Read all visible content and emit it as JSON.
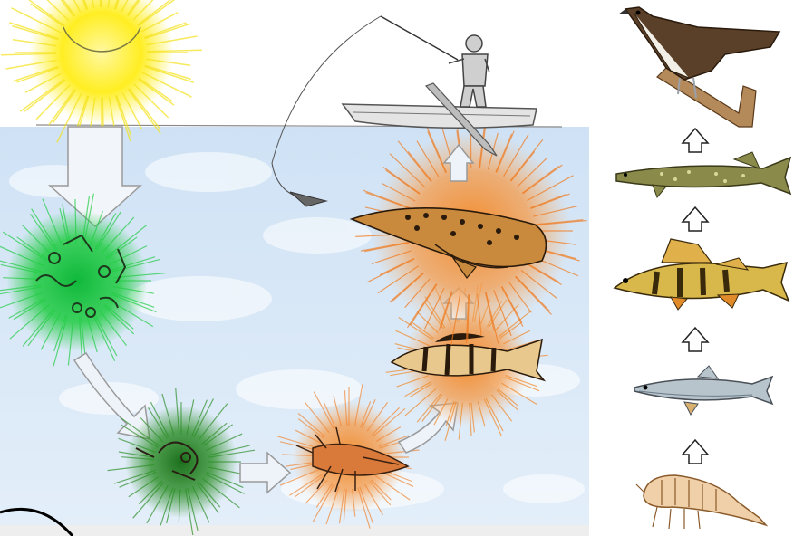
{
  "diagram": {
    "left_panel": {
      "nodes": [
        {
          "name": "sun",
          "color": "#ffee22"
        },
        {
          "name": "phytoplankton",
          "color": "#22cc44"
        },
        {
          "name": "zooplankton",
          "color": "#2e8f2a"
        },
        {
          "name": "aquatic-insect-larva",
          "color": "#f08a3a"
        },
        {
          "name": "perch",
          "color": "#f08a2a"
        },
        {
          "name": "pike",
          "color": "#f07a1e"
        },
        {
          "name": "fisherman-in-boat",
          "color": "#888888"
        }
      ],
      "colors": {
        "water": "#dbe9f7",
        "sky": "#ffffff",
        "arrow_fill": "#eef3f9",
        "arrow_stroke": "#9a9a9a"
      }
    },
    "right_panel": {
      "chain_bottom_to_top": [
        "shrimp",
        "small-fish",
        "perch",
        "pike",
        "osprey"
      ],
      "arrow_icon": "up-arrow-outline"
    }
  }
}
